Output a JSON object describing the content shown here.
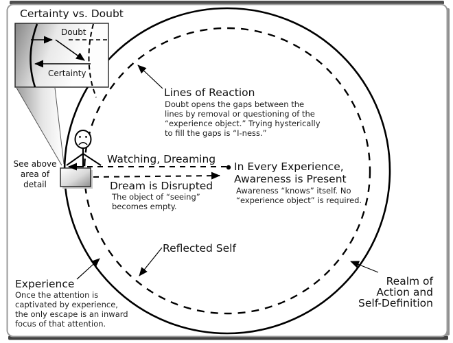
{
  "inset": {
    "title": "Certainty vs. Doubt",
    "doubt_label": "Doubt",
    "certainty_label": "Certainty"
  },
  "see_above": {
    "lines": [
      "See above",
      "area of",
      "detail"
    ]
  },
  "watching": {
    "label": "Watching, Dreaming"
  },
  "dream": {
    "heading": "Dream is Disrupted",
    "body": [
      "The object of “seeing”",
      "becomes empty."
    ]
  },
  "awareness": {
    "heading1": "In Every Experience,",
    "heading2": "Awareness is Present",
    "body": [
      "Awareness “knows” itself.  No",
      "“experience object” is required."
    ]
  },
  "reaction": {
    "heading": "Lines of Reaction",
    "body": [
      "Doubt opens the gaps between the",
      "lines by removal or questioning of the",
      "“experience object.” Trying hysterically",
      "to fill the gaps is “I-ness.”"
    ]
  },
  "reflected": {
    "heading": "Reflected Self"
  },
  "experience": {
    "heading": "Experience",
    "body": [
      "Once the attention is",
      "captivated by experience,",
      "the only escape is an inward",
      "focus of that attention."
    ]
  },
  "realm": {
    "lines": [
      "Realm of",
      "Action and",
      "Self-Definition"
    ]
  },
  "colors": {
    "ink": "#000000",
    "text": "#111111",
    "frame_border": "#9b9b9b",
    "frame_top_bar": "#4e4e4e",
    "frame_bottom_bar": "#414141",
    "frame_right_bar": "#909090",
    "inset_gradient_dark": "#8d8d8d",
    "box_gradient_dark": "#969696",
    "background": "#ffffff"
  }
}
